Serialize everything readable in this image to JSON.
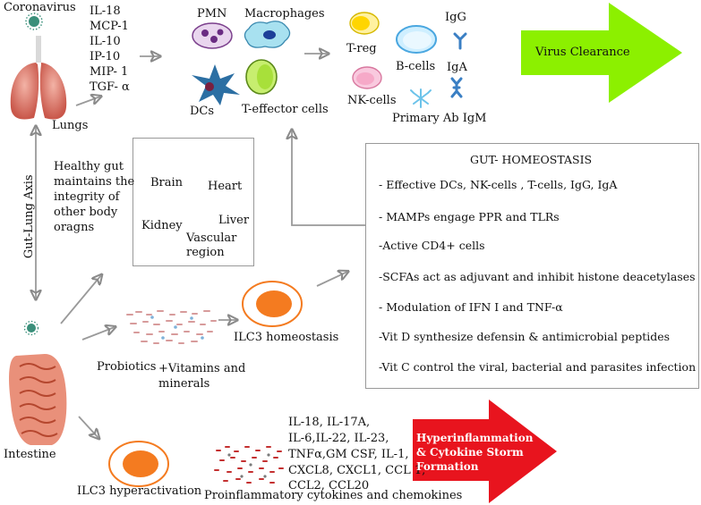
{
  "coronavirus_label": "Coronavirus",
  "lungs_label": "Lungs",
  "lung_cytokines": [
    "IL-18",
    "MCP-1",
    "IL-10",
    "IP-10",
    "MIP- 1",
    "TGF- α"
  ],
  "cells": {
    "pmn": "PMN",
    "macrophages": "Macrophages",
    "dcs": "DCs",
    "t_effector": "T-effector cells",
    "t_reg": "T-reg",
    "b_cells": "B-cells",
    "nk_cells": "NK-cells",
    "igg": "IgG",
    "iga": "IgA",
    "primary_ab": "Primary Ab IgM"
  },
  "virus_clearance": "Virus Clearance",
  "gut_lung_axis": "Gut-Lung Axis",
  "healthy_gut_text": [
    "Healthy gut",
    "maintains the",
    "integrity of",
    "other body",
    "oragns"
  ],
  "organs": {
    "brain": "Brain",
    "heart": "Heart",
    "kidney": "Kidney",
    "liver": "Liver",
    "vascular": [
      "Vascular",
      "region"
    ]
  },
  "gut_homeostasis": {
    "title": "GUT- HOMEOSTASIS",
    "items": [
      "- Effective DCs, NK-cells , T-cells, IgG, IgA",
      "-  MAMPs engage PPR and TLRs",
      "-Active CD4+ cells",
      "-SCFAs act as adjuvant and inhibit histone deacetylases",
      "- Modulation of IFN I and TNF-α",
      "-Vit D synthesize defensin & antimicrobial peptides",
      "-Vit C control the viral, bacterial and parasites infection"
    ]
  },
  "intestine_label": "Intestine",
  "probiotics_label": "Probiotics",
  "vitamins_label": [
    "+Vitamins and",
    "minerals"
  ],
  "ilc3_homeostasis": "ILC3 homeostasis",
  "ilc3_hyperactivation": "ILC3 hyperactivation",
  "proinflammatory_cytokines": [
    "IL-18, IL-17A,",
    "IL-6,IL-22, IL-23,",
    "TNFα,GM CSF, IL-1,",
    "CXCL8, CXCL1, CCL 1,",
    "CCL2, CCL20"
  ],
  "proinflammatory_caption": "Proinflammatory cytokines and chemokines",
  "storm_label": [
    "Hyperinflammation",
    "& Cytokine Storm",
    "Formation"
  ],
  "colors": {
    "clearance_arrow": "#8CF000",
    "storm_arrow": "#E8141E",
    "ilc3_orange": "#F47B20",
    "box_border": "#9A9A9A",
    "arrow_grey": "#9A9A9A"
  }
}
